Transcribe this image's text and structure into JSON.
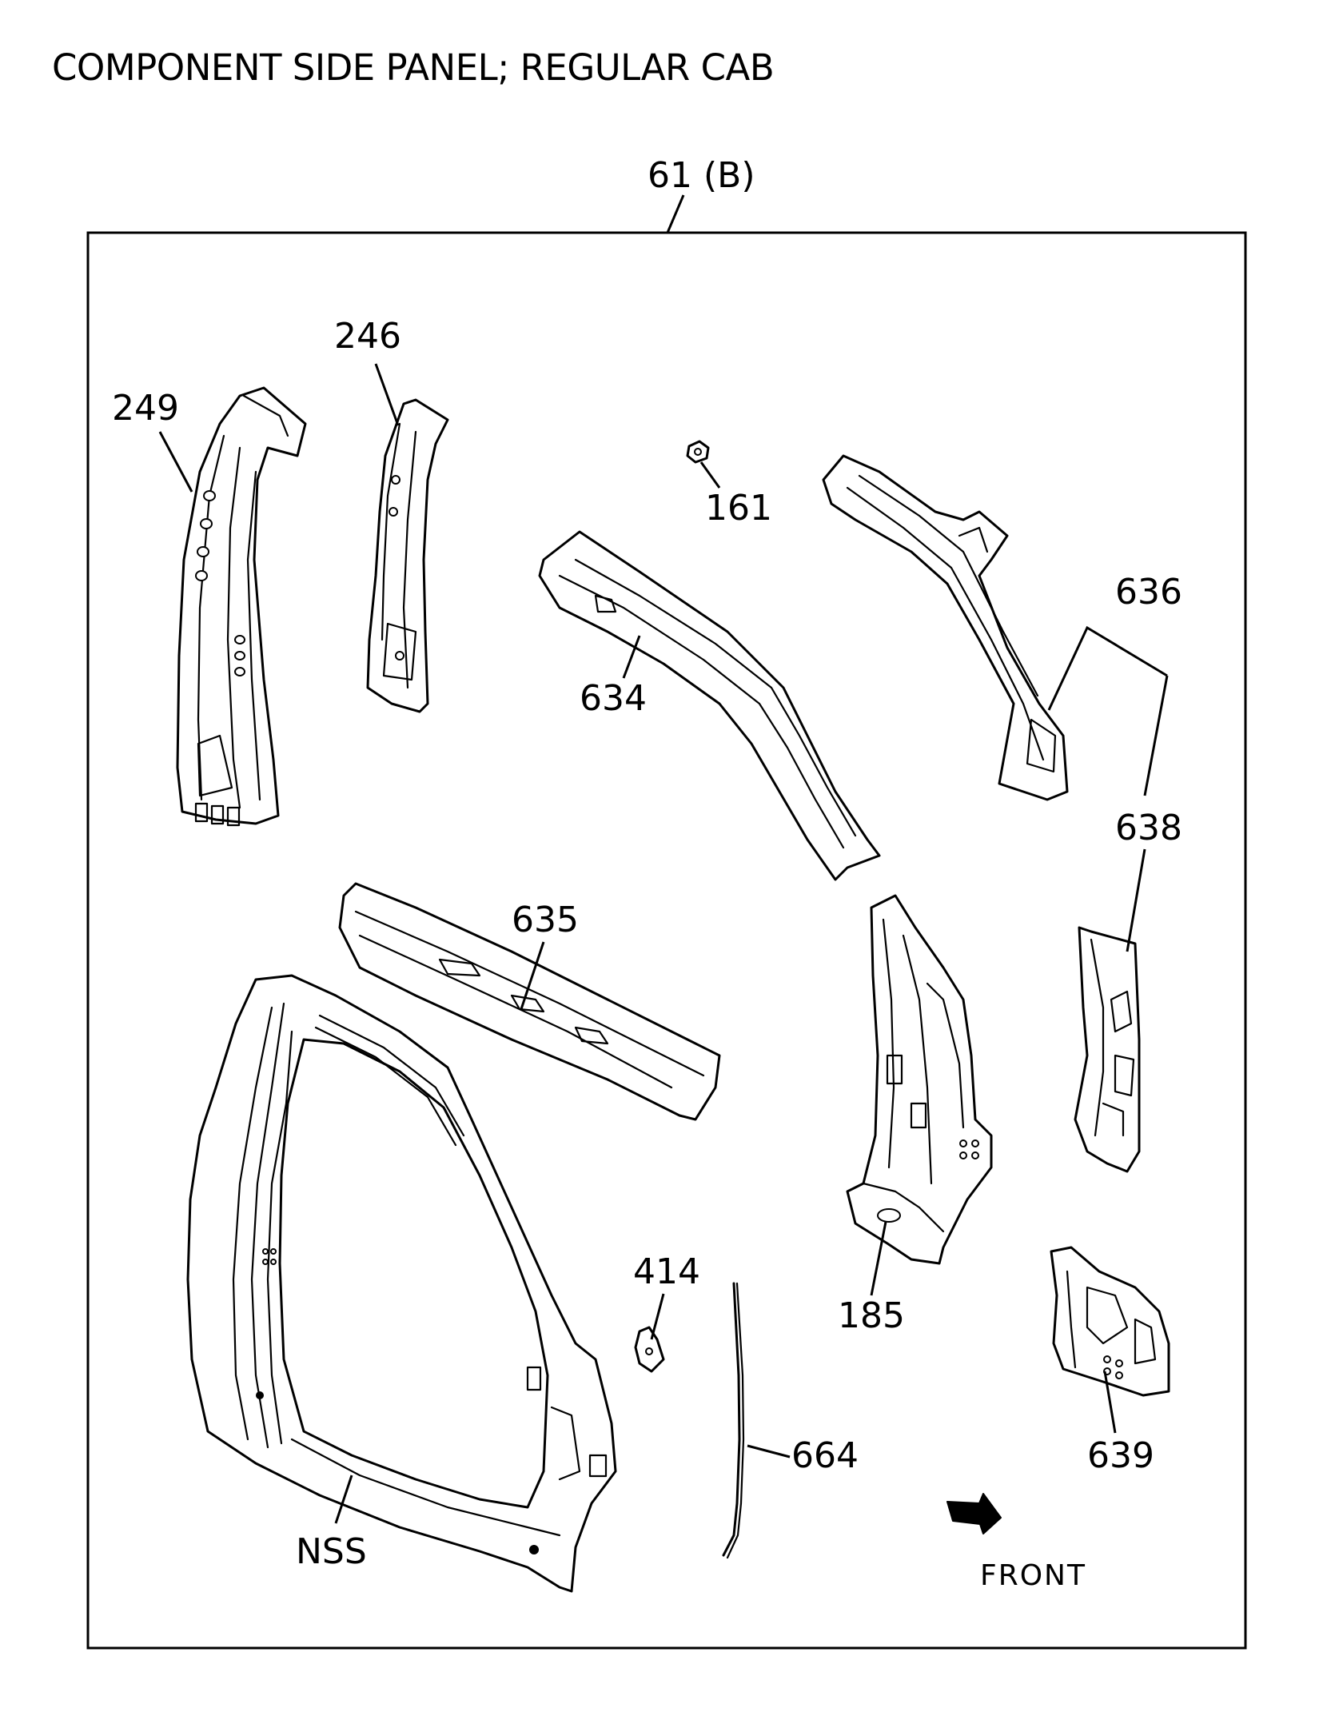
{
  "title": "COMPONENT SIDE PANEL; REGULAR CAB",
  "assembly_label": "61 (B)",
  "parts": [
    {
      "id": "249",
      "label": "249"
    },
    {
      "id": "246",
      "label": "246"
    },
    {
      "id": "161",
      "label": "161"
    },
    {
      "id": "634",
      "label": "634"
    },
    {
      "id": "636",
      "label": "636"
    },
    {
      "id": "638",
      "label": "638"
    },
    {
      "id": "635",
      "label": "635"
    },
    {
      "id": "185",
      "label": "185"
    },
    {
      "id": "414",
      "label": "414"
    },
    {
      "id": "664",
      "label": "664"
    },
    {
      "id": "639",
      "label": "639"
    },
    {
      "id": "NSS",
      "label": "NSS"
    }
  ],
  "direction_label": "FRONT"
}
